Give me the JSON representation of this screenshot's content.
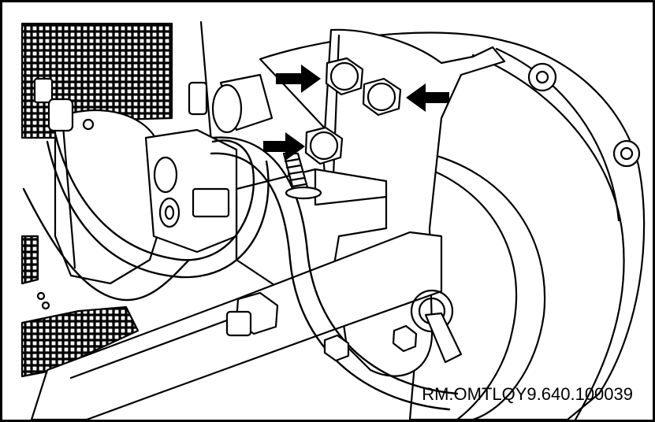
{
  "figure": {
    "reference_code": "RM.OMTLQY9.640.100039",
    "colors": {
      "line": "#000000",
      "fill": "#ffffff",
      "grille": "#000000"
    },
    "callouts": [
      {
        "name": "arrow-upper-left-bolt",
        "points_to": "upper-left-bolt"
      },
      {
        "name": "arrow-upper-right-bolt",
        "points_to": "upper-right-bolt"
      },
      {
        "name": "arrow-lower-bolt",
        "points_to": "lower-bolt"
      }
    ]
  }
}
